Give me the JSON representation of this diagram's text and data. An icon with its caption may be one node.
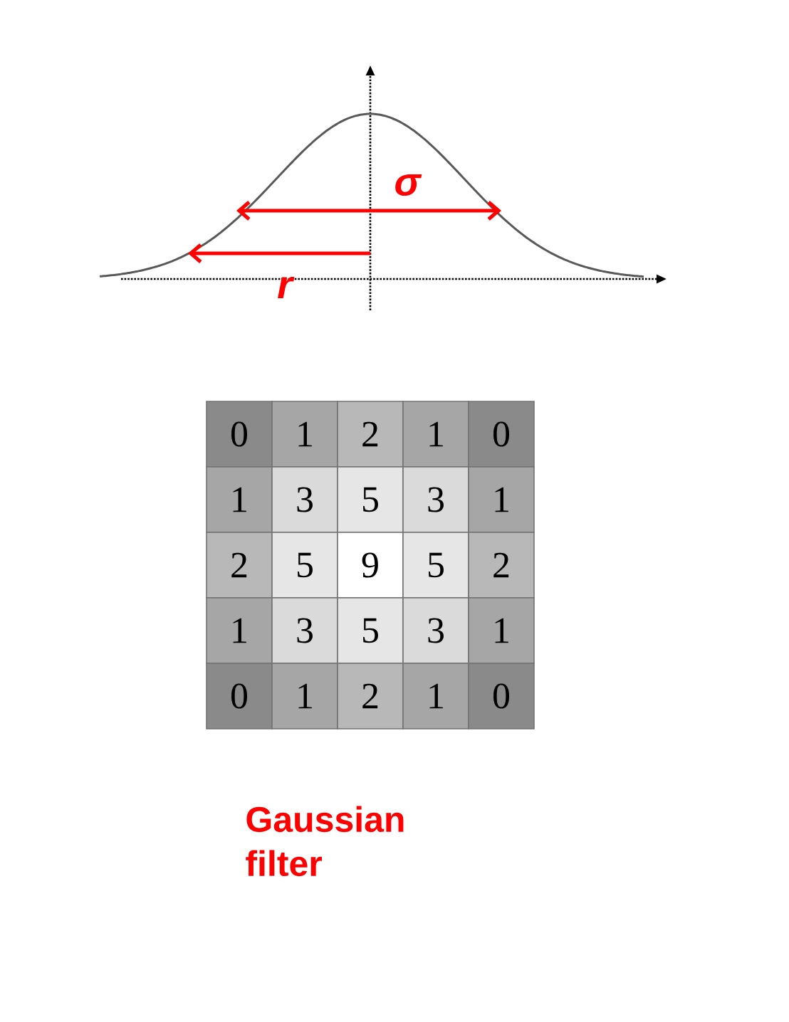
{
  "diagram": {
    "caption": "Gaussian filter",
    "labels": [
      "σ",
      "r",
      "0",
      "1",
      "2",
      "1",
      "0",
      "1",
      "3",
      "5",
      "3",
      "1",
      "2",
      "5",
      "9",
      "5",
      "2",
      "1",
      "3",
      "5",
      "3",
      "1",
      "0",
      "1",
      "2",
      "1",
      "0"
    ]
  }
}
